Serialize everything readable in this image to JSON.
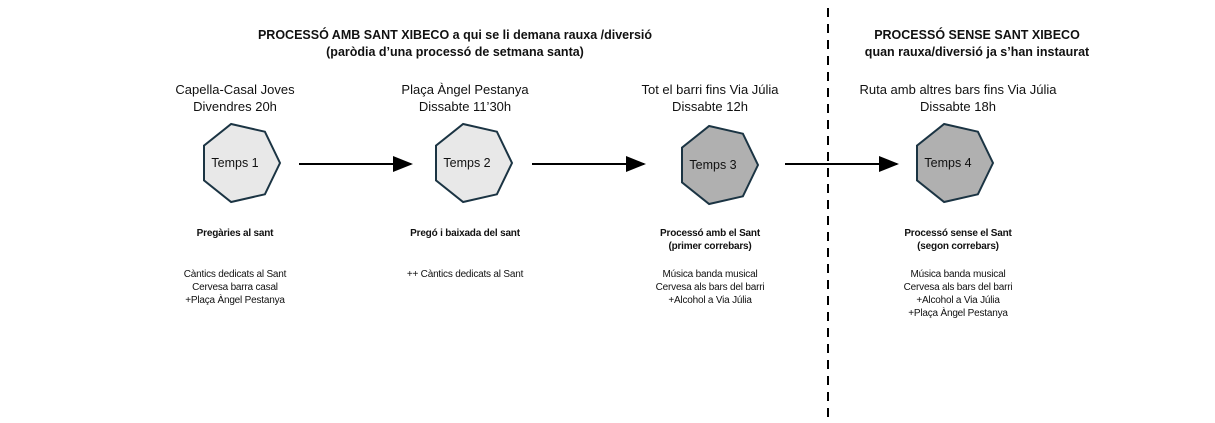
{
  "headers": {
    "left": {
      "line1": "PROCESSÓ AMB SANT XIBECO a qui se li demana rauxa /diversió",
      "line2": "(paròdia d’una processó de setmana santa)"
    },
    "right": {
      "line1": "PROCESSÓ SENSE SANT XIBECO",
      "line2": "quan rauxa/diversió ja s’han instaurat"
    }
  },
  "colors": {
    "light_fill": "#e8e8e8",
    "dark_fill": "#b0b0b0",
    "stroke": "#1b3443"
  },
  "stages": [
    {
      "label": "Temps 1",
      "place": "Capella-Casal Joves",
      "time": "Divendres 20h",
      "activity": [
        "Pregàries al sant"
      ],
      "details": [
        "Càntics dedicats al Sant",
        "Cervesa barra casal",
        "+Plaça Àngel Pestanya"
      ]
    },
    {
      "label": "Temps 2",
      "place": "Plaça Àngel Pestanya",
      "time": "Dissabte 11’30h",
      "activity": [
        "Pregó i baixada del sant"
      ],
      "details": [
        "++ Càntics dedicats al Sant"
      ]
    },
    {
      "label": "Temps 3",
      "place": "Tot el barri fins Via Júlia",
      "time": "Dissabte 12h",
      "activity": [
        "Processó amb el Sant",
        "(primer correbars)"
      ],
      "details": [
        "Música banda musical",
        "Cervesa als bars del barri",
        "+Alcohol a Via Júlia"
      ]
    },
    {
      "label": "Temps 4",
      "place": "Ruta amb altres bars fins Via Júlia",
      "time": "Dissabte 18h",
      "activity": [
        "Processó sense el Sant",
        "(segon correbars)"
      ],
      "details": [
        "Música banda musical",
        "Cervesa als bars del barri",
        "+Alcohol a Via Júlia",
        "+Plaça Àngel Pestanya"
      ]
    }
  ]
}
